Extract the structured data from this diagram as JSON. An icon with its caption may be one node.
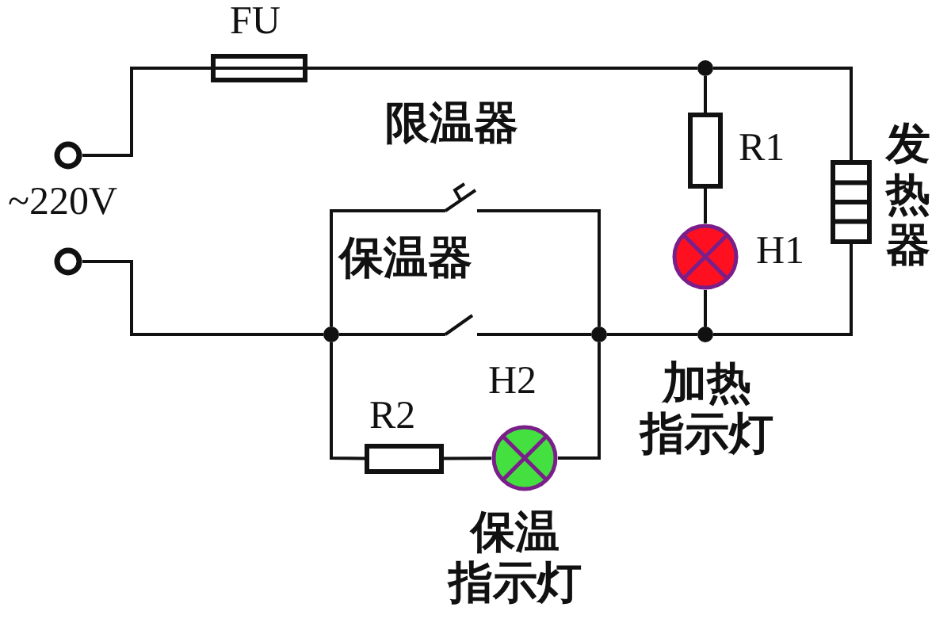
{
  "diagram": {
    "nodes": [
      {
        "text": [],
        "shape": "circle"
      },
      {
        "text": [],
        "shape": "box",
        "beside": [
          "FU"
        ]
      },
      {
        "text": [],
        "shape": "circle"
      },
      {
        "text": [],
        "shape": "box",
        "beside": [
          "R1"
        ]
      },
      {
        "text": [],
        "shape": "circle",
        "beside": [
          "H1"
        ]
      },
      {
        "text": [],
        "shape": "box",
        "beside": [
          "发热器"
        ]
      },
      {
        "text": [],
        "shape": "switch",
        "beside": [
          "限温器"
        ]
      },
      {
        "text": [],
        "shape": "switch",
        "beside": [
          "保温器"
        ]
      },
      {
        "text": [],
        "shape": "circle"
      },
      {
        "text": [],
        "shape": "circle"
      },
      {
        "text": [],
        "shape": "circle"
      },
      {
        "text": [],
        "shape": "circle"
      },
      {
        "text": [],
        "shape": "box",
        "beside": [
          "R2"
        ]
      },
      {
        "text": [],
        "shape": "circle",
        "beside": [
          "H2",
          "保温指示灯"
        ]
      }
    ],
    "edges": [
      {
        "from": 0,
        "to": 1,
        "arrow": "none"
      },
      {
        "from": 1,
        "to": 2,
        "arrow": "none"
      },
      {
        "from": 2,
        "to": 5,
        "arrow": "none"
      },
      {
        "from": 2,
        "to": 3,
        "arrow": "none"
      },
      {
        "from": 3,
        "to": 4,
        "arrow": "none"
      },
      {
        "from": 4,
        "to": 11,
        "arrow": "none"
      },
      {
        "from": 5,
        "to": 11,
        "arrow": "none"
      },
      {
        "from": 11,
        "to": 10,
        "arrow": "none"
      },
      {
        "from": 10,
        "to": 7,
        "arrow": "none"
      },
      {
        "from": 9,
        "to": 7,
        "arrow": "none"
      },
      {
        "from": 9,
        "to": 8,
        "arrow": "none"
      },
      {
        "from": 9,
        "to": 6,
        "arrow": "none"
      },
      {
        "from": 6,
        "to": 10,
        "arrow": "none"
      },
      {
        "from": 9,
        "to": 12,
        "arrow": "none"
      },
      {
        "from": 12,
        "to": 13,
        "arrow": "none"
      },
      {
        "from": 13,
        "to": 10,
        "arrow": "none"
      }
    ],
    "labels": [
      "~220V",
      "加热指示灯"
    ]
  }
}
